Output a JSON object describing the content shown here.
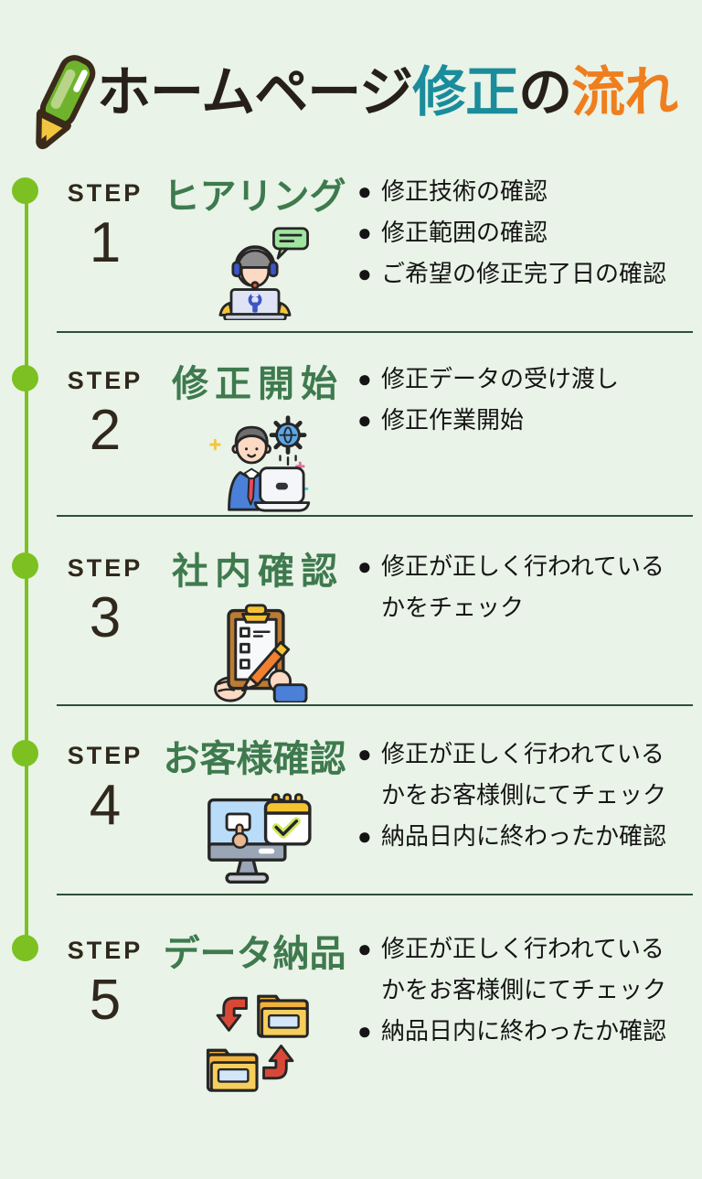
{
  "page": {
    "background": "#e9f3e7",
    "bullet_char": "●"
  },
  "header": {
    "icon": "pencil-icon",
    "title_segments": [
      {
        "text": "ホームページ",
        "color": "#262019",
        "highlight": "#f7f24e"
      },
      {
        "text": "修正",
        "color": "#1a8c9c"
      },
      {
        "text": "の",
        "color": "#262019"
      },
      {
        "text": "流れ",
        "color": "#ef7e1e"
      }
    ]
  },
  "timeline": {
    "accent_color": "#7cc121",
    "divider_color": "#2e5038",
    "step_title_color": "#3e7a4e"
  },
  "steps": [
    {
      "label": "STEP",
      "number": "1",
      "title": "ヒアリング",
      "icon": "headset-operator-icon",
      "bullets": [
        "修正技術の確認",
        "修正範囲の確認",
        "ご希望の修正完了日の確認"
      ]
    },
    {
      "label": "STEP",
      "number": "2",
      "title": "修正開始",
      "icon": "programmer-gear-icon",
      "bullets": [
        "修正データの受け渡し",
        "修正作業開始"
      ]
    },
    {
      "label": "STEP",
      "number": "3",
      "title": "社内確認",
      "icon": "clipboard-checklist-icon",
      "bullets": [
        "修正が正しく行われているかをチェック"
      ]
    },
    {
      "label": "STEP",
      "number": "4",
      "title": "お客様確認",
      "icon": "monitor-calendar-check-icon",
      "bullets": [
        "修正が正しく行われているかをお客様側にてチェック",
        "納品日内に終わったか確認"
      ]
    },
    {
      "label": "STEP",
      "number": "5",
      "title": "データ納品",
      "icon": "folder-transfer-icon",
      "bullets": [
        "修正が正しく行われているかをお客様側にてチェック",
        "納品日内に終わったか確認"
      ]
    }
  ]
}
